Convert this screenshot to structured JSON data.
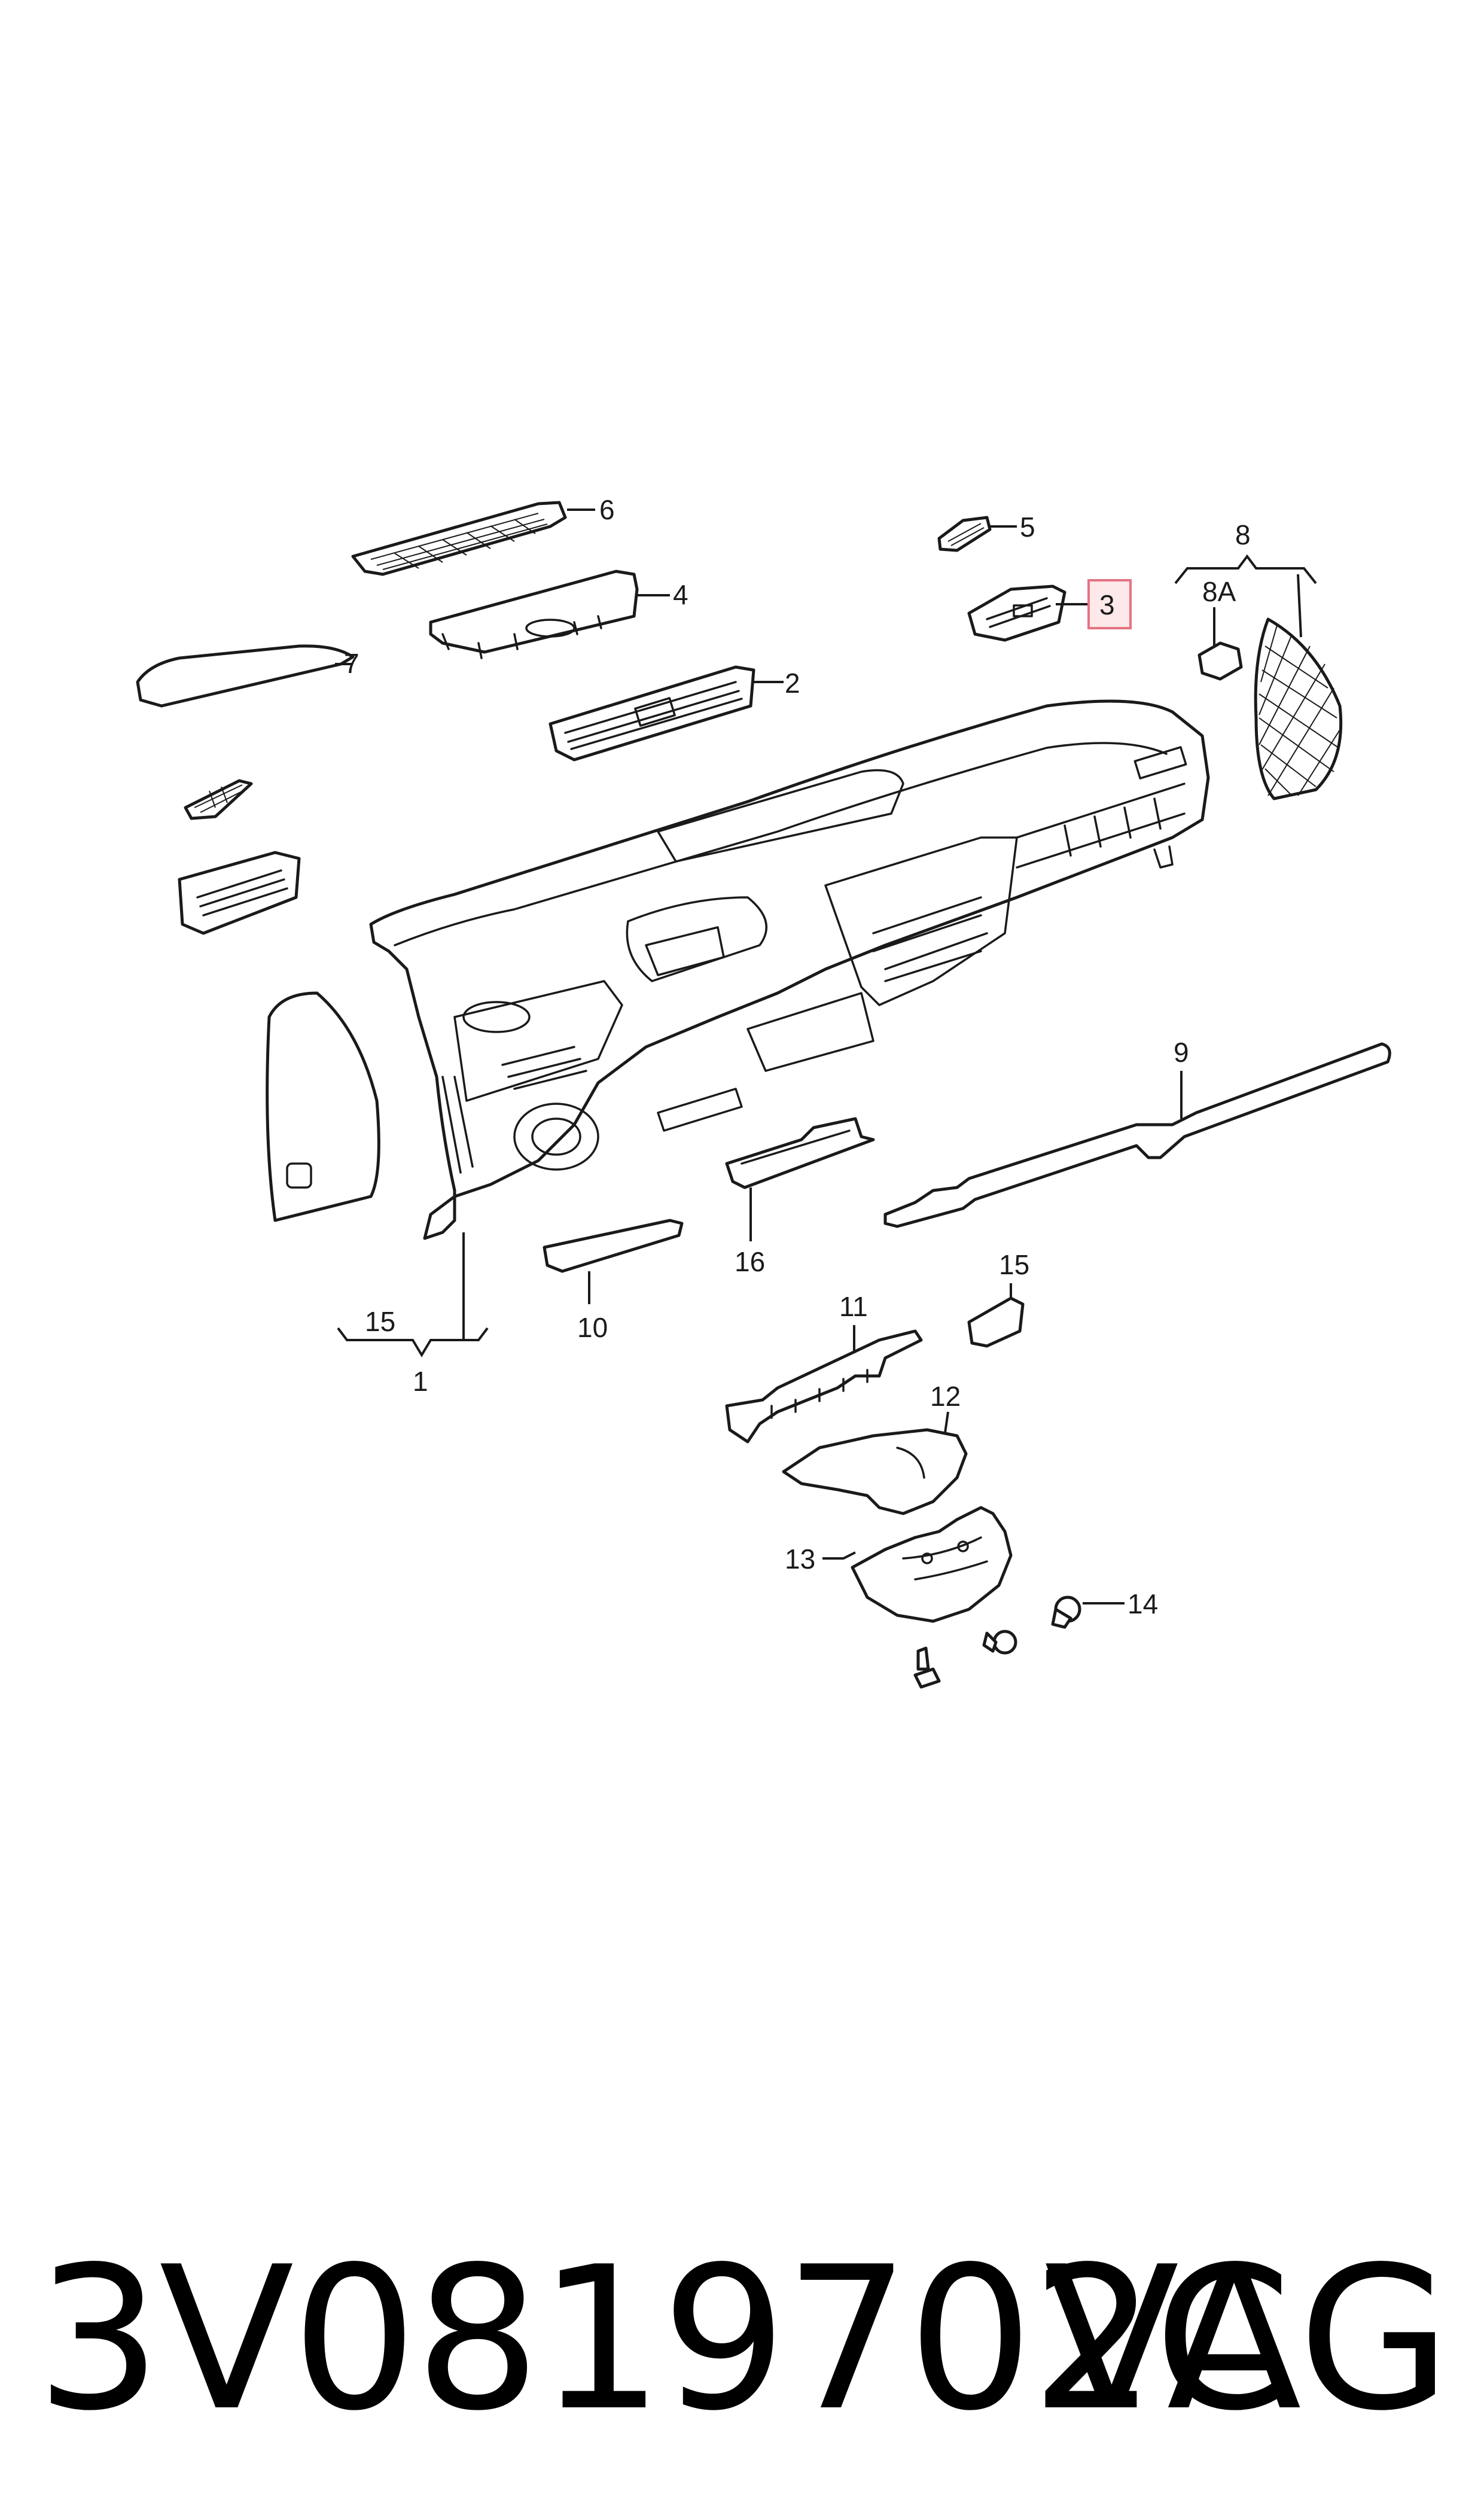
{
  "callouts": {
    "c1": "1",
    "c2": "2",
    "c3": "3",
    "c4": "4",
    "c5": "5",
    "c6": "6",
    "c7": "7",
    "c8": "8",
    "c8a": "8A",
    "c9": "9",
    "c10": "10",
    "c11": "11",
    "c12": "12",
    "c13": "13",
    "c14": "14",
    "c15a": "15",
    "c15b": "15",
    "c16": "16"
  },
  "highlighted_callout": "3",
  "colors": {
    "highlight_fill": "#fde8ea",
    "highlight_stroke": "#e57381",
    "line": "#1a1a1a"
  },
  "footer": {
    "part_number": "3V0819702C",
    "brand": "VAG"
  }
}
